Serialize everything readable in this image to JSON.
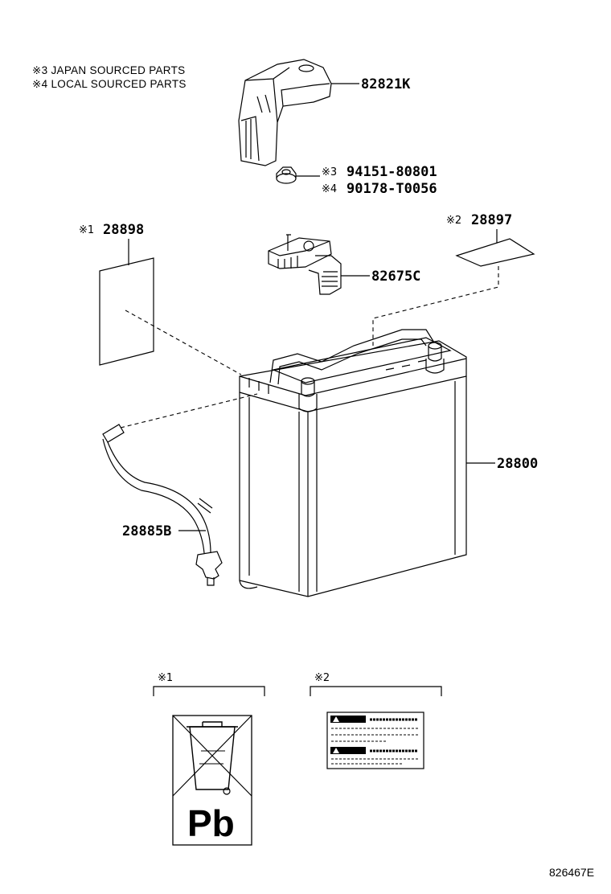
{
  "notes": [
    "※3 JAPAN SOURCED PARTS",
    "※4 LOCAL SOURCED PARTS"
  ],
  "parts": {
    "clamp_cover": "82821K",
    "nut_japan_mark": "※3",
    "nut_japan": "94151-80801",
    "nut_local_mark": "※4",
    "nut_local": "90178-T0056",
    "label_1_mark": "※1",
    "label_1": "28898",
    "label_2_mark": "※2",
    "label_2": "28897",
    "sensor": "82675C",
    "battery": "28800",
    "vent_hose": "28885B"
  },
  "detail_markers": {
    "detail_1": "※1",
    "detail_2": "※2"
  },
  "detail_label_text": "Pb",
  "illustration_number": "826467E"
}
